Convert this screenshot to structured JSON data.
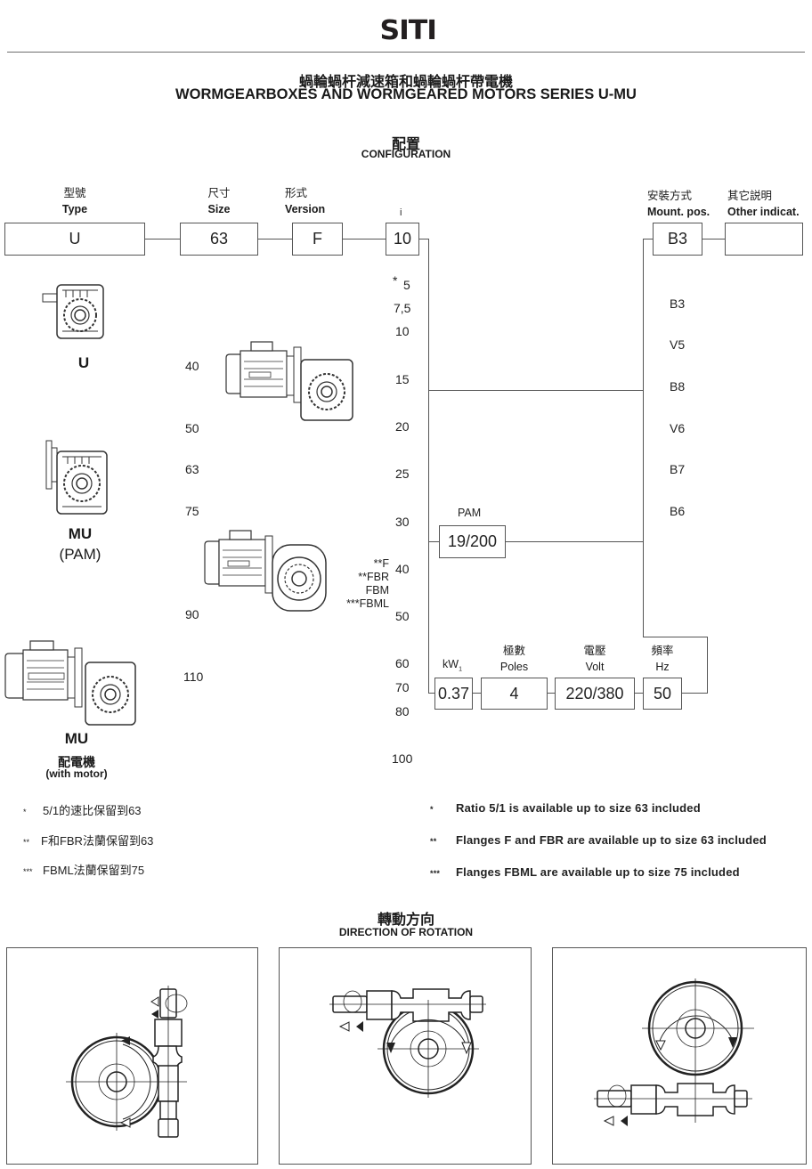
{
  "header": {
    "logo": "SITI",
    "title_cn": "蝸輪蝸杆減速箱和蝸輪蝸杆帶電機",
    "title_en": "WORMGEARBOXES AND WORMGEARED MOTORS SERIES U-MU"
  },
  "configuration": {
    "heading_cn": "配置",
    "heading_en": "CONFIGURATION",
    "fields": {
      "type": {
        "label_cn": "型號",
        "label_en": "Type",
        "value": "U"
      },
      "size": {
        "label_cn": "尺寸",
        "label_en": "Size",
        "value": "63"
      },
      "version": {
        "label_cn": "形式",
        "label_en": "Version",
        "value": "F"
      },
      "ratio": {
        "label_en": "i",
        "value": "10"
      },
      "mount": {
        "label_cn": "安裝方式",
        "label_en": "Mount. pos.",
        "value": "B3"
      },
      "other": {
        "label_cn": "其它説明",
        "label_en": "Other indicat.",
        "value": ""
      },
      "pam": {
        "label_en": "PAM",
        "value": "19/200"
      },
      "power": {
        "label_en": "kW",
        "label_sub": "1",
        "value": "0.37"
      },
      "poles": {
        "label_cn": "極數",
        "label_en": "Poles",
        "value": "4"
      },
      "volt": {
        "label_cn": "電壓",
        "label_en": "Volt",
        "value": "220/380"
      },
      "freq": {
        "label_cn": "頻率",
        "label_en": "Hz",
        "value": "50"
      }
    },
    "products": [
      {
        "name": "U",
        "sub": ""
      },
      {
        "name": "MU",
        "sub": "(PAM)"
      },
      {
        "name": "MU",
        "sub_cn": "配電機",
        "sub": "(with motor)"
      }
    ],
    "sizes": [
      "40",
      "50",
      "63",
      "75",
      "90",
      "110"
    ],
    "ratios": [
      "5",
      "7,5",
      "10",
      "15",
      "20",
      "25",
      "30",
      "40",
      "50",
      "60",
      "70",
      "80",
      "100"
    ],
    "ratio_star": "*",
    "versions": [
      "**F",
      "**FBR",
      "FBM",
      "***FBML"
    ],
    "mount_positions": [
      "B3",
      "V5",
      "B8",
      "V6",
      "B7",
      "B6"
    ]
  },
  "notes_cn": [
    {
      "mark": "*",
      "text": "5/1的速比保留到63"
    },
    {
      "mark": "**",
      "text": "F和FBR法蘭保留到63"
    },
    {
      "mark": "***",
      "text": "FBML法蘭保留到75"
    }
  ],
  "notes_en": [
    {
      "mark": "*",
      "text": "Ratio 5/1 is available up to size 63 included"
    },
    {
      "mark": "**",
      "text": "Flanges F and  FBR are available up to size 63 included"
    },
    {
      "mark": "***",
      "text": "Flanges FBML are available up to size 75 included"
    }
  ],
  "rotation": {
    "heading_cn": "轉動方向",
    "heading_en": "DIRECTION OF ROTATION"
  }
}
